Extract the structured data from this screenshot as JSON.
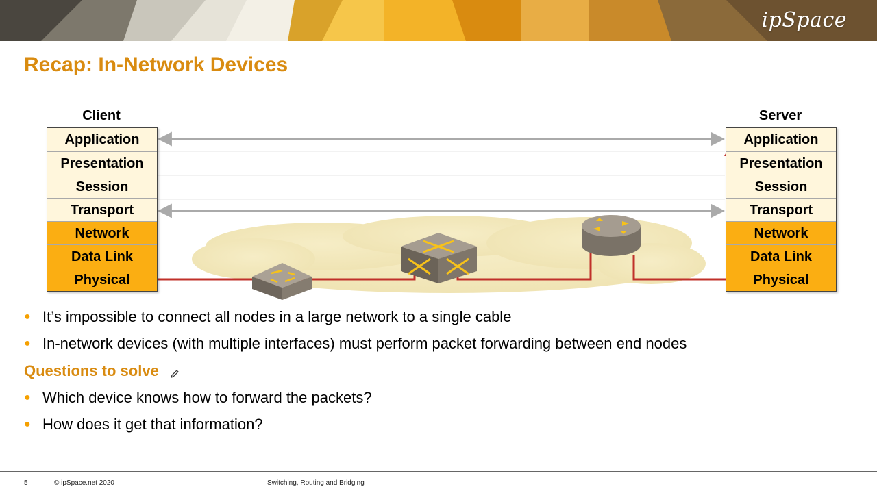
{
  "header": {
    "logo": "ipSpace"
  },
  "slide": {
    "title": "Recap: In-Network Devices"
  },
  "diagram": {
    "client_label": "Client",
    "server_label": "Server",
    "layers": [
      "Application",
      "Presentation",
      "Session",
      "Transport",
      "Network",
      "Data Link",
      "Physical"
    ],
    "colors": {
      "upper_layer_fill": "#fff6dc",
      "lower_layer_fill": "#fbae12",
      "data_path": "#c0302a",
      "peer_arrow": "#aaaaaa",
      "cloud": "#f6edc6"
    },
    "devices": [
      "switch-icon",
      "multilayer-switch-icon",
      "router-icon"
    ]
  },
  "bullets": [
    "It’s impossible to connect all nodes in a large network to a single cable",
    "In-network devices (with multiple interfaces) must perform packet forwarding between end nodes"
  ],
  "questions": {
    "heading": "Questions to solve",
    "items": [
      "Which device knows how to forward the packets?",
      "How does it get that information?"
    ]
  },
  "footer": {
    "page": "5",
    "copyright": "© ipSpace.net 2020",
    "course": "Switching, Routing and Bridging"
  }
}
